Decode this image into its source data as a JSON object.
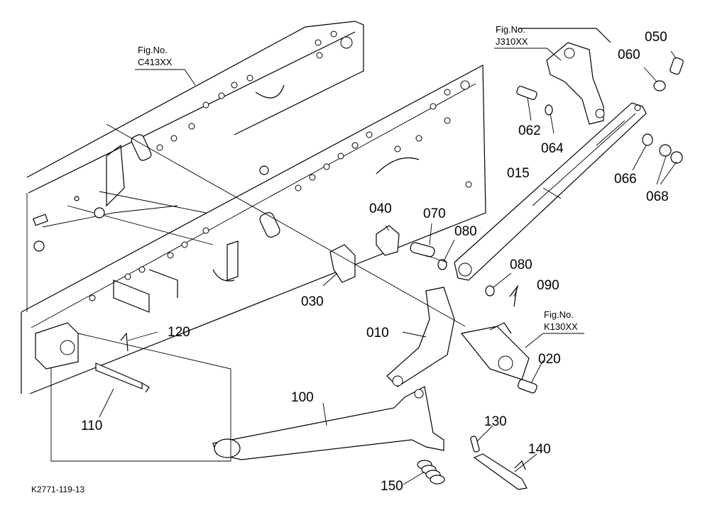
{
  "figure_refs": [
    {
      "id": "c413",
      "line1": "Fig.No.",
      "line2": "C413XX"
    },
    {
      "id": "j310",
      "line1": "Fig.No.",
      "line2": "J310XX"
    },
    {
      "id": "k130",
      "line1": "Fig.No.",
      "line2": "K130XX"
    }
  ],
  "parts": [
    {
      "id": "p050",
      "label": "050"
    },
    {
      "id": "p060",
      "label": "060"
    },
    {
      "id": "p062",
      "label": "062"
    },
    {
      "id": "p064",
      "label": "064"
    },
    {
      "id": "p066",
      "label": "066"
    },
    {
      "id": "p068",
      "label": "068"
    },
    {
      "id": "p015",
      "label": "015"
    },
    {
      "id": "p040",
      "label": "040"
    },
    {
      "id": "p070",
      "label": "070"
    },
    {
      "id": "p080a",
      "label": "080"
    },
    {
      "id": "p080b",
      "label": "080"
    },
    {
      "id": "p090",
      "label": "090"
    },
    {
      "id": "p030",
      "label": "030"
    },
    {
      "id": "p010",
      "label": "010"
    },
    {
      "id": "p020",
      "label": "020"
    },
    {
      "id": "p120",
      "label": "120"
    },
    {
      "id": "p110",
      "label": "110"
    },
    {
      "id": "p100",
      "label": "100"
    },
    {
      "id": "p130",
      "label": "130"
    },
    {
      "id": "p140",
      "label": "140"
    },
    {
      "id": "p150",
      "label": "150"
    }
  ],
  "drawing_code": "K2771-119-13"
}
